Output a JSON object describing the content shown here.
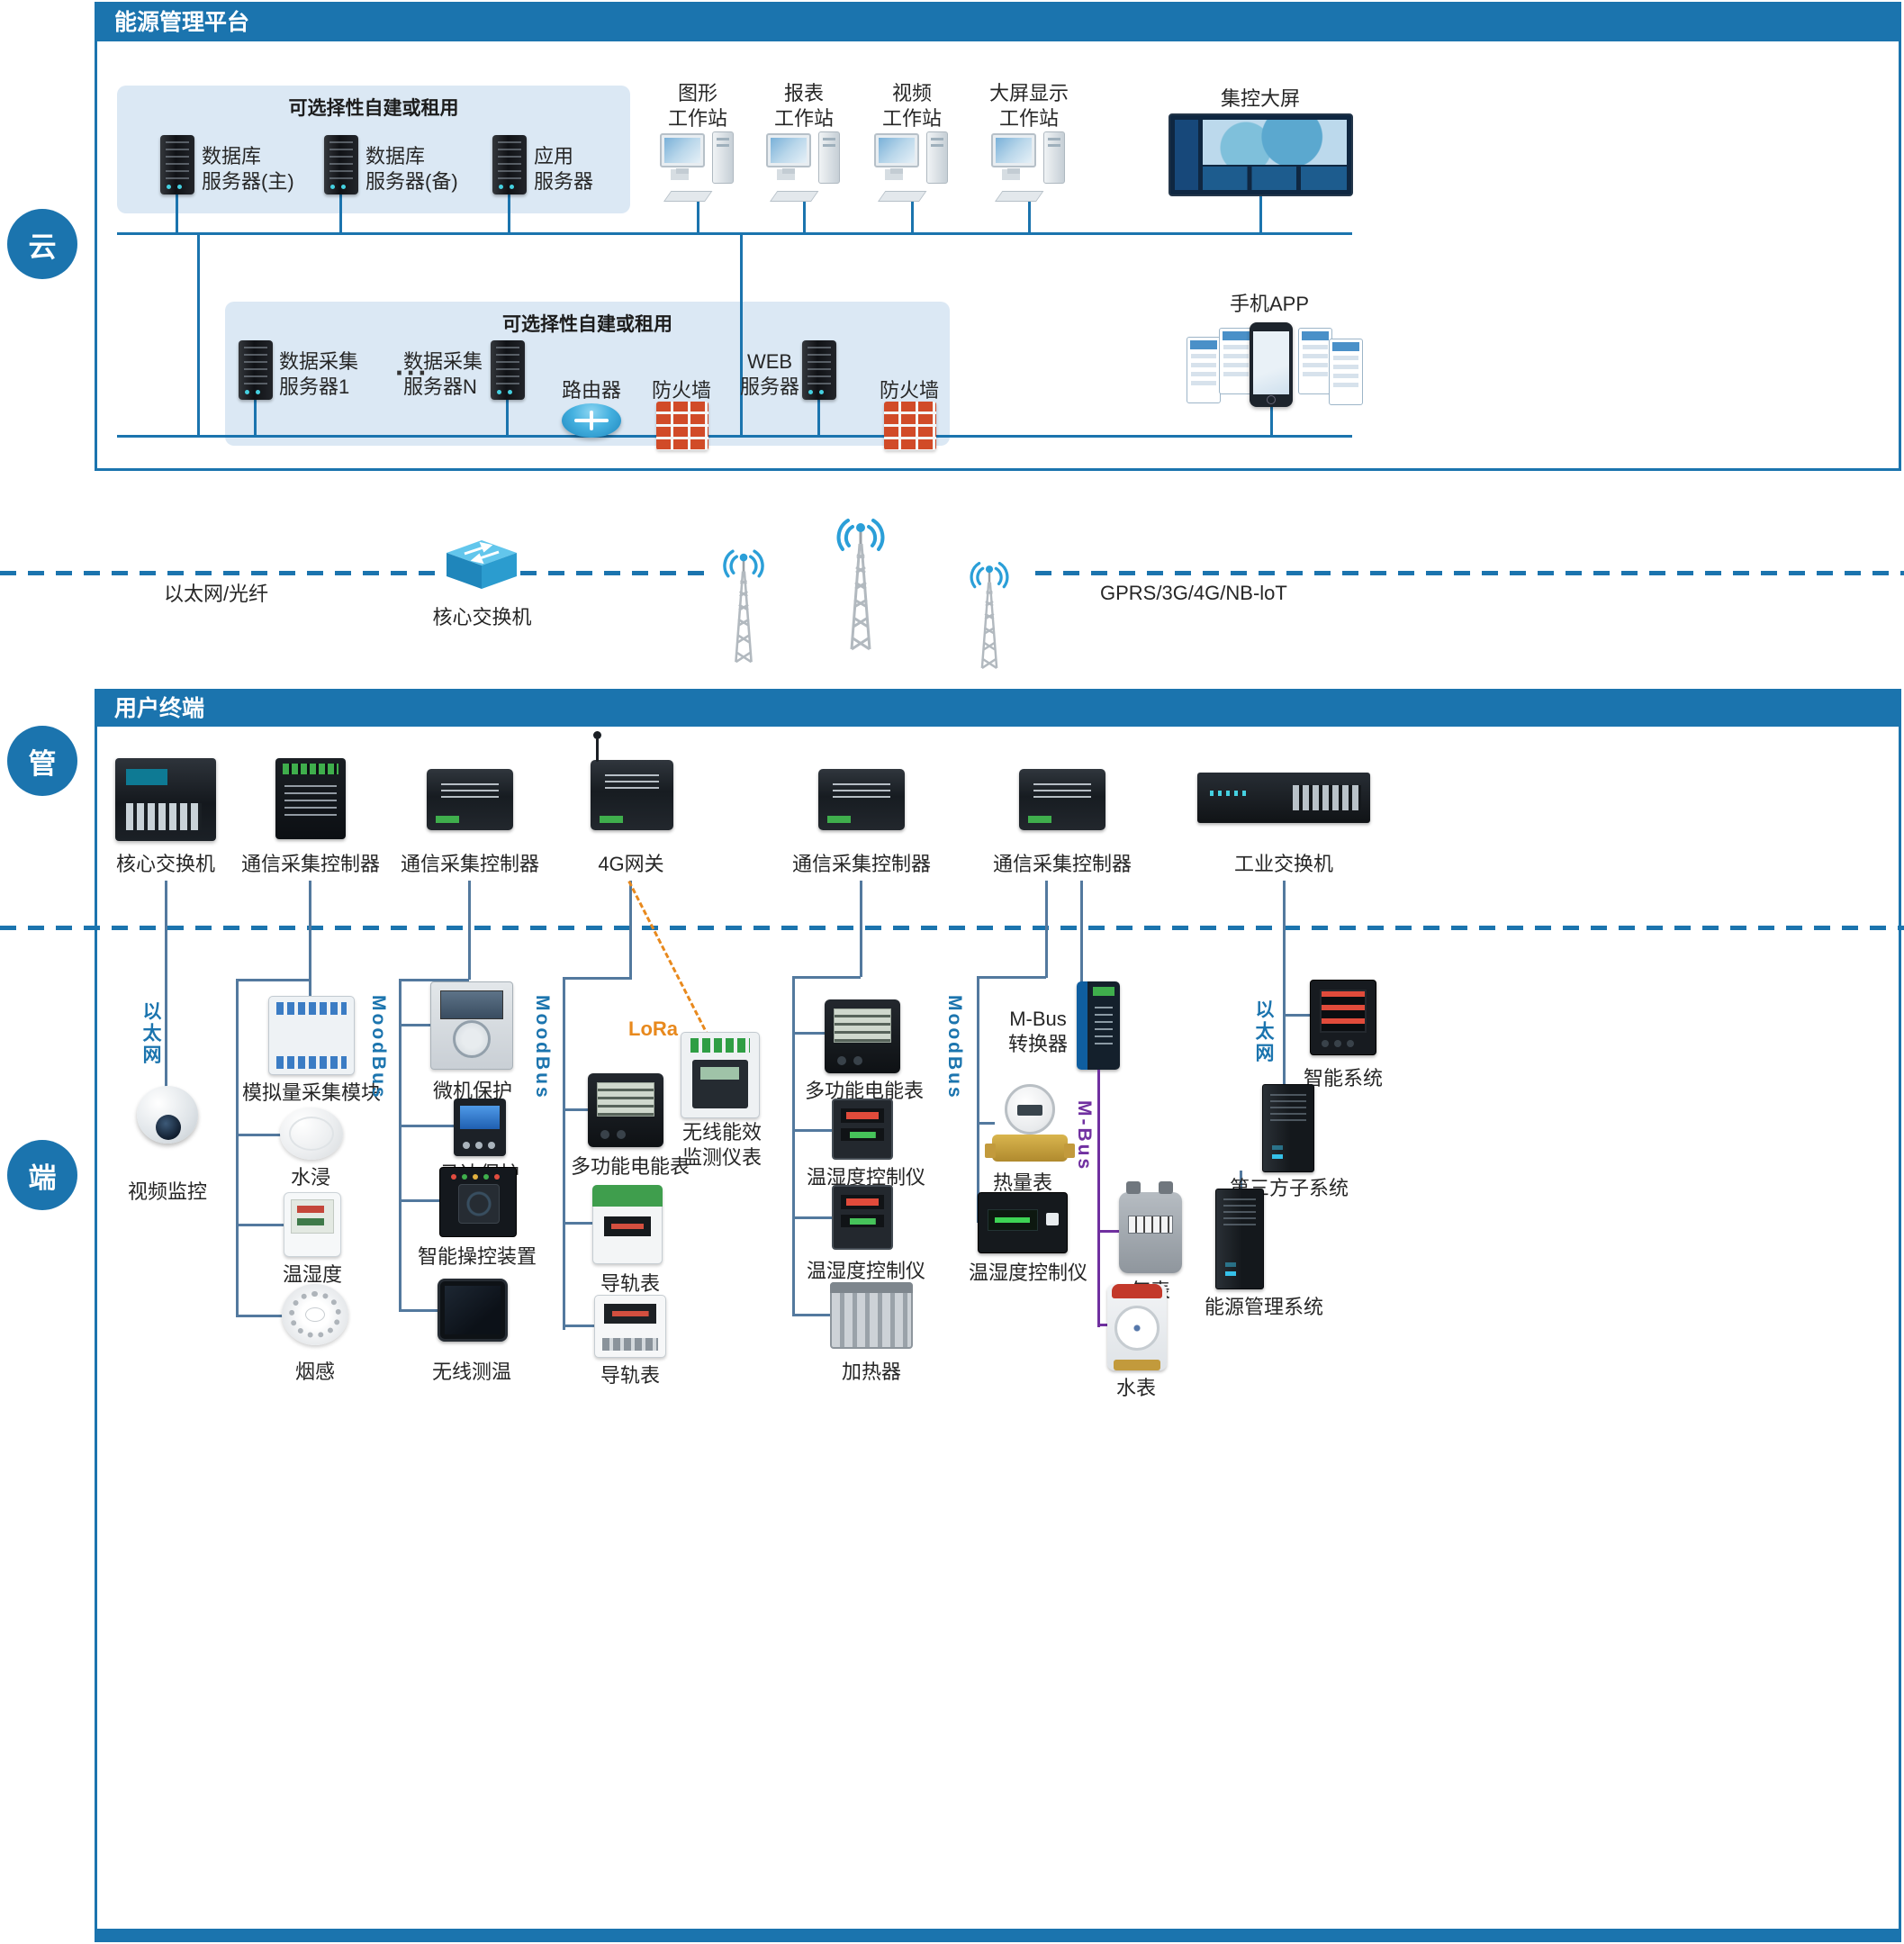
{
  "rail": {
    "cloud": "云",
    "pipe": "管",
    "terminal": "端"
  },
  "platform": {
    "title": "能源管理平台",
    "box1": {
      "title": "可选择性自建或租用",
      "server1": "数据库\n服务器(主)",
      "server2": "数据库\n服务器(备)",
      "server3": "应用\n服务器"
    },
    "workstations": [
      {
        "label": "图形\n工作站"
      },
      {
        "label": "报表\n工作站"
      },
      {
        "label": "视频\n工作站"
      },
      {
        "label": "大屏显示\n工作站"
      }
    ],
    "control_screen": "集控大屏",
    "box2": {
      "title": "可选择性自建或租用",
      "server1": "数据采集\n服务器1",
      "ellipsis": "···",
      "serverN": "数据采集\n服务器N",
      "router": "路由器",
      "firewall": "防火墙"
    },
    "web_server": "WEB\n服务器",
    "firewall2": "防火墙",
    "mobile_app": "手机APP"
  },
  "network": {
    "wired": "以太网/光纤",
    "core_switch": "核心交换机",
    "wireless": "GPRS/3G/4G/NB-loT"
  },
  "terminal": {
    "title": "用户终端",
    "row_devices": [
      {
        "label": "核心交换机"
      },
      {
        "label": "通信采集控制器"
      },
      {
        "label": "通信采集控制器"
      },
      {
        "label": "4G网关"
      },
      {
        "label": "通信采集控制器"
      },
      {
        "label": "通信采集控制器"
      },
      {
        "label": "工业交换机"
      }
    ],
    "video": {
      "bus": "以太网",
      "camera": "视频监控"
    },
    "analog": {
      "module": "模拟量采集模块",
      "water": "水浸",
      "temp_humidity": "温湿度",
      "smoke": "烟感"
    },
    "modbus1": {
      "bus": "MoodBus",
      "protection": "微机保护",
      "motor": "马达保护",
      "smart_control": "智能操控装置",
      "wireless_temp": "无线测温"
    },
    "modbus2": {
      "bus": "MoodBus",
      "meter": "多功能电能表",
      "rail1": "导轨表",
      "rail2": "导轨表",
      "lora": "LoRa",
      "wireless_meter": "无线能效\n监测仪表"
    },
    "power": {
      "meter": "多功能电能表",
      "th1": "温湿度控制仪",
      "th2": "温湿度控制仪",
      "heater": "加热器"
    },
    "mbus": {
      "bus": "MoodBus",
      "converter": "M-Bus\n转换器",
      "heat_meter": "热量表",
      "th": "温湿度控制仪",
      "mbus_label": "M-Bus",
      "gas": "气表",
      "water": "水表"
    },
    "ethernet": {
      "bus": "以太网",
      "smart_system": "智能系统",
      "third_party": "第三方子系统",
      "ems": "能源管理系统"
    }
  }
}
